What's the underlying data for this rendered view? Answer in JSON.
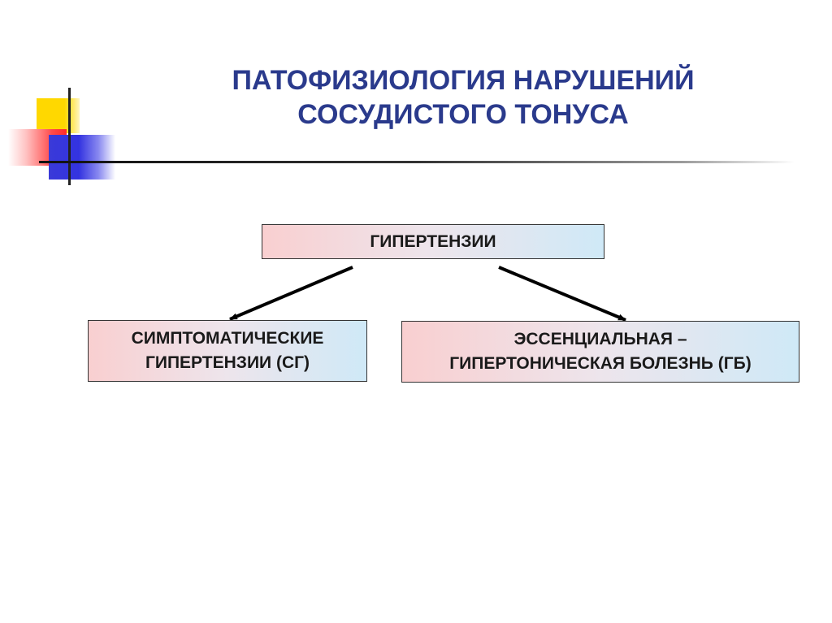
{
  "title": {
    "line1": "ПАТОФИЗИОЛОГИЯ НАРУШЕНИЙ",
    "line2": "СОСУДИСТОГО ТОНУСА"
  },
  "diagram": {
    "root": "ГИПЕРТЕНЗИИ",
    "left": {
      "line1": "СИМПТОМАТИЧЕСКИЕ",
      "line2": "ГИПЕРТЕНЗИИ (СГ)"
    },
    "right": {
      "line1": "ЭССЕНЦИАЛЬНАЯ –",
      "line2": "ГИПЕРТОНИЧЕСКАЯ БОЛЕЗНЬ (ГБ)"
    }
  },
  "colors": {
    "title": "#2a3a8c",
    "box_gradient_left": "#f9cfd0",
    "box_gradient_right": "#cfe9f7",
    "ornament_yellow": "#ffd800",
    "ornament_red": "#ff2a2a",
    "ornament_blue": "#3333e0"
  }
}
